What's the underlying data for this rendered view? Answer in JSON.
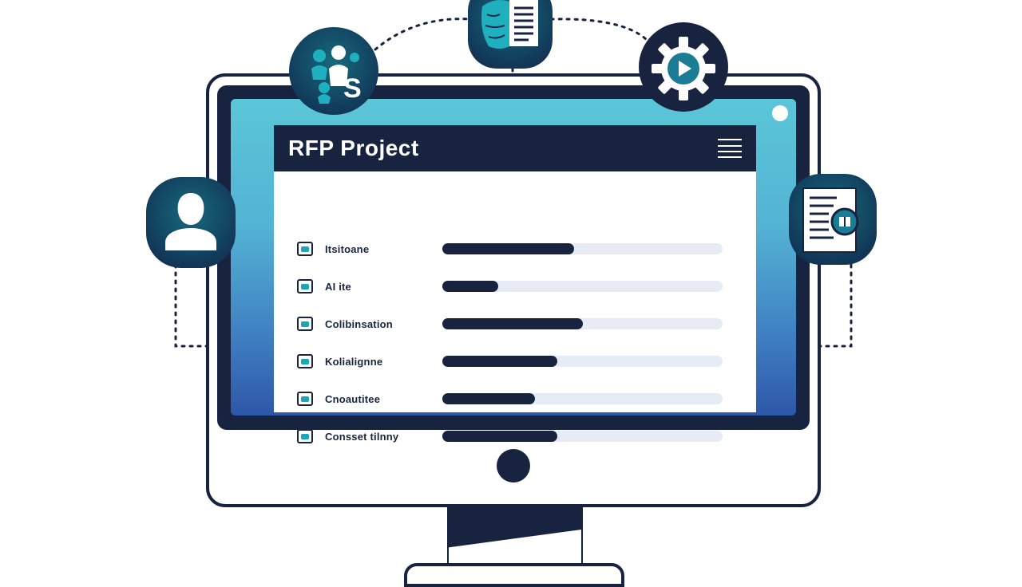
{
  "app": {
    "title": "RFP Project"
  },
  "tasks": [
    {
      "label": "Itsitoane",
      "progress": 0.47
    },
    {
      "label": "AI ite",
      "progress": 0.2
    },
    {
      "label": "Colibinsation",
      "progress": 0.5
    },
    {
      "label": "Kolialignne",
      "progress": 0.41
    },
    {
      "label": "Cnoautitee",
      "progress": 0.33
    },
    {
      "label": "Consset tilnny",
      "progress": 0.41
    }
  ],
  "icons": {
    "top_left": "people-finance-icon",
    "top_center": "brain-document-icon",
    "top_right": "gear-play-icon",
    "left": "user-avatar-icon",
    "right": "document-badge-icon",
    "menu": "hamburger-menu-icon"
  },
  "colors": {
    "navy": "#18243f",
    "teal": "#18a6b8",
    "screen_top": "#5ac6d8",
    "screen_bottom": "#2e57a8",
    "track": "#e6ebf6"
  }
}
